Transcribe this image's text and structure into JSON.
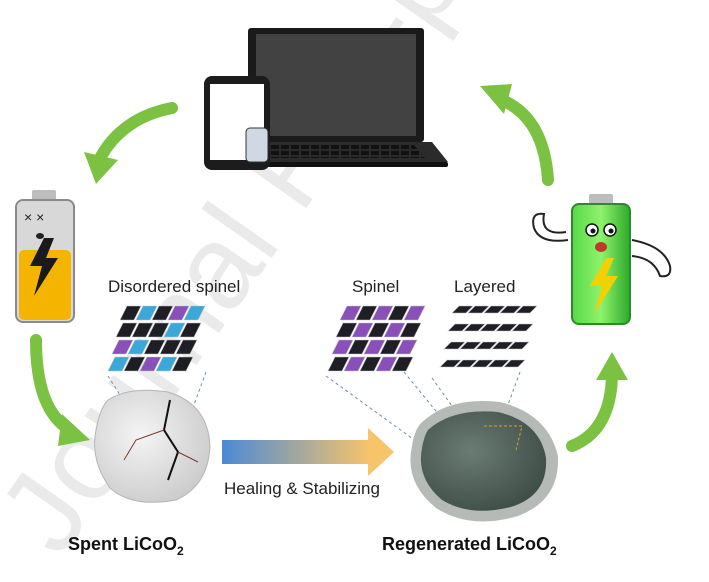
{
  "labels": {
    "disordered_spinel": "Disordered spinel",
    "spinel": "Spinel",
    "layered": "Layered",
    "healing": "Healing & Stabilizing",
    "spent": "Spent LiCoO",
    "regenerated": "Regenerated LiCoO",
    "subscript": "2",
    "watermark": "Journal Pre-proof"
  },
  "colors": {
    "cycle_arrow": "#7cc242",
    "dead_battery": "#f4b400",
    "charged_battery": "#39c93a",
    "lightning": "#1a1a1a",
    "healing_arrow_start": "#4a8ad6",
    "healing_arrow_end": "#f7c46a",
    "spent_particle": "#e7e6e6",
    "regenerated_particle": "#4d5e57",
    "regenerated_shell": "#b6bab7",
    "octa_purple": "#8a4fb8",
    "octa_cyan": "#3aa8d8",
    "octa_dark": "#1e1e24"
  },
  "icons": [
    "laptop-icon",
    "smartphone-icon",
    "dead-battery-icon",
    "strong-battery-icon"
  ]
}
